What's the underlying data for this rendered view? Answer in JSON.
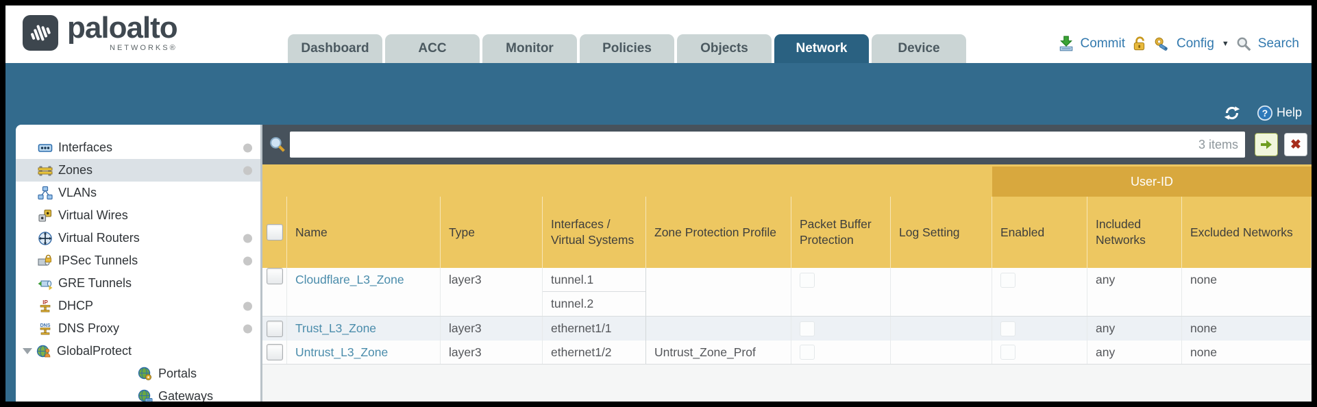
{
  "header": {
    "logo": {
      "brand": "paloalto",
      "sub": "NETWORKS®"
    },
    "tabs": [
      {
        "label": "Dashboard",
        "active": false
      },
      {
        "label": "ACC",
        "active": false
      },
      {
        "label": "Monitor",
        "active": false
      },
      {
        "label": "Policies",
        "active": false
      },
      {
        "label": "Objects",
        "active": false
      },
      {
        "label": "Network",
        "active": true
      },
      {
        "label": "Device",
        "active": false
      }
    ],
    "actions": {
      "commit": "Commit",
      "config": "Config",
      "search": "Search"
    }
  },
  "subheader": {
    "help": "Help"
  },
  "sidebar": {
    "items": [
      {
        "label": "Interfaces",
        "icon": "interfaces-icon",
        "has_dot": true,
        "selected": false
      },
      {
        "label": "Zones",
        "icon": "zones-icon",
        "has_dot": true,
        "selected": true
      },
      {
        "label": "VLANs",
        "icon": "vlans-icon",
        "has_dot": false,
        "selected": false
      },
      {
        "label": "Virtual Wires",
        "icon": "virtual-wires-icon",
        "has_dot": false,
        "selected": false
      },
      {
        "label": "Virtual Routers",
        "icon": "virtual-routers-icon",
        "has_dot": true,
        "selected": false
      },
      {
        "label": "IPSec Tunnels",
        "icon": "ipsec-tunnels-icon",
        "has_dot": true,
        "selected": false
      },
      {
        "label": "GRE Tunnels",
        "icon": "gre-tunnels-icon",
        "has_dot": false,
        "selected": false
      },
      {
        "label": "DHCP",
        "icon": "dhcp-icon",
        "has_dot": true,
        "selected": false
      },
      {
        "label": "DNS Proxy",
        "icon": "dns-proxy-icon",
        "has_dot": true,
        "selected": false
      },
      {
        "label": "GlobalProtect",
        "icon": "globalprotect-icon",
        "has_dot": false,
        "selected": false,
        "expanded": true
      },
      {
        "label": "Portals",
        "icon": "portals-icon",
        "has_dot": false,
        "selected": false,
        "child": true
      },
      {
        "label": "Gateways",
        "icon": "gateways-icon",
        "has_dot": false,
        "selected": false,
        "child": true
      }
    ]
  },
  "filterbar": {
    "count": "3 items"
  },
  "table": {
    "group_header": "User-ID",
    "columns": [
      "Name",
      "Type",
      "Interfaces / Virtual Systems",
      "Zone Protection Profile",
      "Packet Buffer Protection",
      "Log Setting",
      "Enabled",
      "Included Networks",
      "Excluded Networks"
    ],
    "rows": [
      {
        "name": "Cloudflare_L3_Zone",
        "type": "layer3",
        "interfaces": [
          "tunnel.1",
          "tunnel.2"
        ],
        "zone_protection_profile": "",
        "packet_buffer_checked": false,
        "log_setting": "",
        "enabled_checked": false,
        "included_networks": "any",
        "excluded_networks": "none"
      },
      {
        "name": "Trust_L3_Zone",
        "type": "layer3",
        "interfaces": [
          "ethernet1/1"
        ],
        "zone_protection_profile": "",
        "packet_buffer_checked": false,
        "log_setting": "",
        "enabled_checked": false,
        "included_networks": "any",
        "excluded_networks": "none"
      },
      {
        "name": "Untrust_L3_Zone",
        "type": "layer3",
        "interfaces": [
          "ethernet1/2"
        ],
        "zone_protection_profile": "Untrust_Zone_Prof",
        "packet_buffer_checked": false,
        "log_setting": "",
        "enabled_checked": false,
        "included_networks": "any",
        "excluded_networks": "none"
      }
    ]
  },
  "colors": {
    "teal_band": "#336b8d",
    "active_tab": "#2a6181",
    "inactive_tab": "#cbd5d5",
    "slate_toolbar": "#47525c",
    "header_amber": "#edc761",
    "user_id_band": "#d8a83e",
    "link_blue": "#4a8cab",
    "action_link_blue": "#3279ae",
    "selected_sidebar": "#dbe1e6",
    "alt_row": "#edf1f5"
  }
}
